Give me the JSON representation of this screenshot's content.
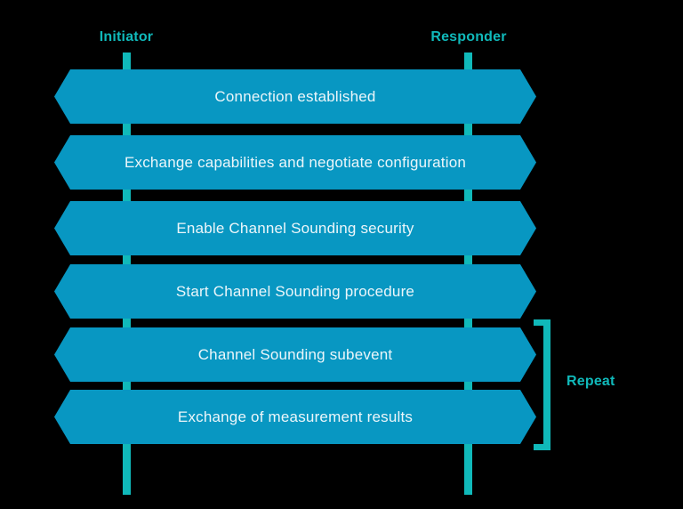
{
  "diagram": {
    "type": "sequence-flow",
    "actors": [
      {
        "label": "Initiator"
      },
      {
        "label": "Responder"
      }
    ],
    "steps": [
      {
        "label": "Connection established"
      },
      {
        "label": "Exchange capabilities and negotiate configuration"
      },
      {
        "label": "Enable Channel Sounding security"
      },
      {
        "label": "Start Channel Sounding procedure"
      },
      {
        "label": "Channel Sounding subevent"
      },
      {
        "label": "Exchange of measurement results"
      }
    ],
    "repeat_label": "Repeat",
    "colors": {
      "background": "#000000",
      "band": "#0897c2",
      "band_text": "#ecf6fa",
      "accent_teal": "#10b9ba"
    }
  }
}
